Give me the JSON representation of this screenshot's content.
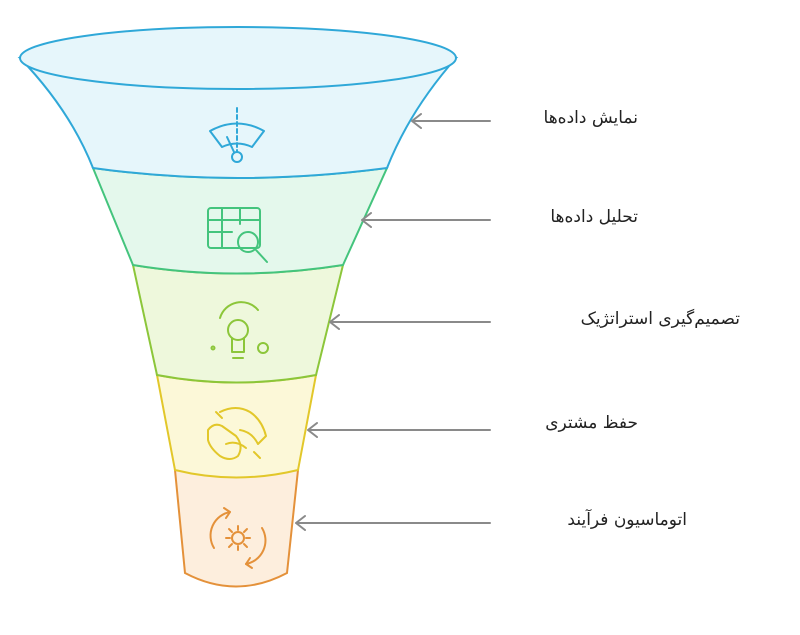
{
  "stages": [
    {
      "label": "نمایش داده‌ها",
      "icon": "dashboard-gauge-icon",
      "fill": "#e6f6fb",
      "stroke": "#2fa8d8"
    },
    {
      "label": "تحلیل داده‌ها",
      "icon": "table-search-icon",
      "fill": "#e4f8ec",
      "stroke": "#44c47d"
    },
    {
      "label": "تصمیم‌گیری استراتژیک",
      "icon": "lightbulb-icon",
      "fill": "#eef8dc",
      "stroke": "#8cc63a"
    },
    {
      "label": "حفظ مشتری",
      "icon": "handshake-icon",
      "fill": "#fcf8d8",
      "stroke": "#e2c72a"
    },
    {
      "label": "اتوماسیون فرآیند",
      "icon": "process-gear-icon",
      "fill": "#fdeedd",
      "stroke": "#e4913a"
    }
  ],
  "arrow_color": "#8a8a8a"
}
